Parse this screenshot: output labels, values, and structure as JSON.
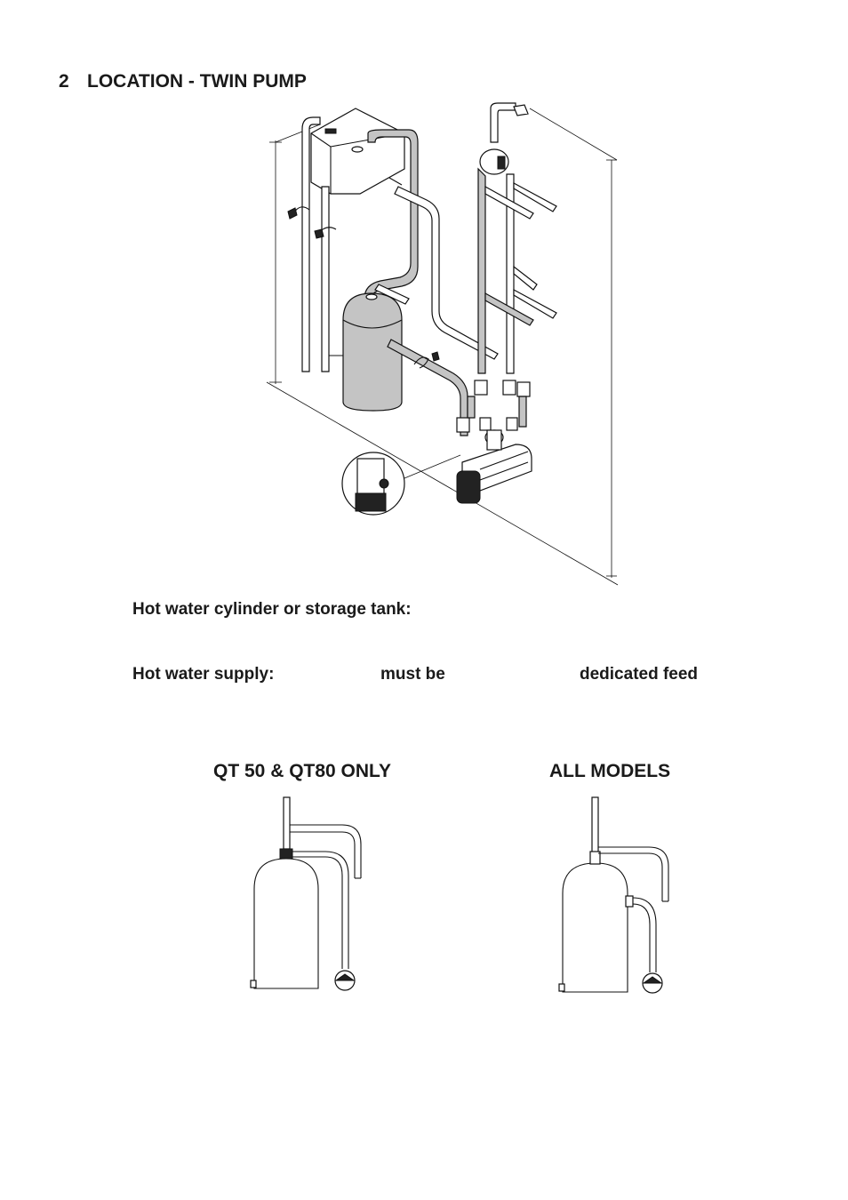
{
  "section": {
    "number": "2",
    "title": "LOCATION - TWIN PUMP"
  },
  "body_text": {
    "cylinder_label": "Hot water cylinder or storage tank:",
    "supply_label": "Hot water supply:",
    "must_be": "must be",
    "dedicated_feed": "dedicated feed"
  },
  "captions": {
    "left": "QT 50 & QT80 ONLY",
    "right": "ALL MODELS"
  }
}
